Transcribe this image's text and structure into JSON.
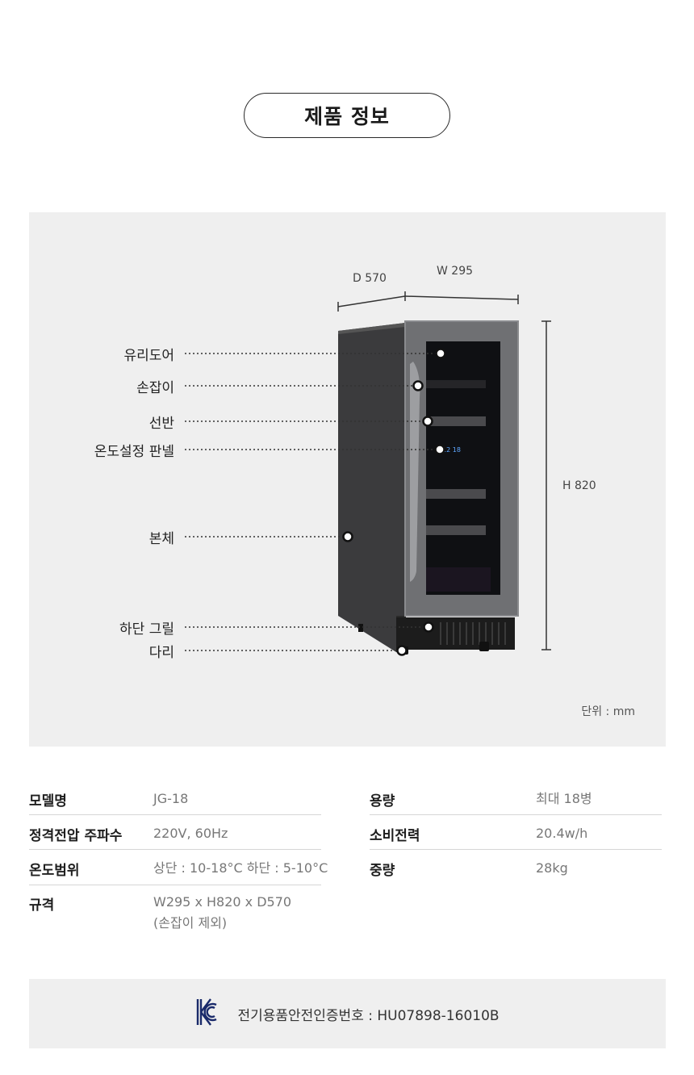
{
  "section_title": "제품 정보",
  "diagram": {
    "parts": [
      {
        "label": "유리도어"
      },
      {
        "label": "손잡이"
      },
      {
        "label": "선반"
      },
      {
        "label": "온도설정 판넬"
      },
      {
        "label": "본체"
      },
      {
        "label": "하단 그릴"
      },
      {
        "label": "다리"
      }
    ],
    "dimensions": {
      "depth": "D 570",
      "width": "W 295",
      "height": "H 820"
    },
    "display_readout": "12  18",
    "unit_note": "단위 : mm"
  },
  "specs": {
    "left": [
      {
        "key": "모델명",
        "value": "JG-18"
      },
      {
        "key": "정격전압 주파수",
        "value": "220V, 60Hz"
      },
      {
        "key": "온도범위",
        "value": "상단 : 10-18°C 하단 : 5-10°C"
      },
      {
        "key": "규격",
        "value": "W295 x H820 x D570\n(손잡이 제외)"
      }
    ],
    "right": [
      {
        "key": "용량",
        "value": "최대 18병"
      },
      {
        "key": "소비전력",
        "value": "20.4w/h"
      },
      {
        "key": "중량",
        "value": "28kg"
      }
    ]
  },
  "certification": {
    "text": "전기용품안전인증번호 : HU07898-16010B",
    "icon": "kc-mark-icon"
  }
}
